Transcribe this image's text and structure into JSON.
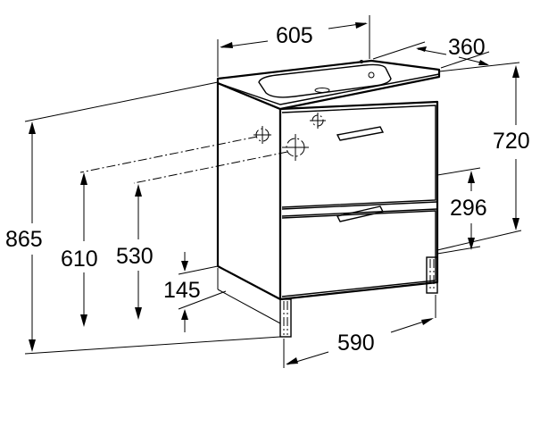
{
  "dimensions": {
    "width_top": "605",
    "depth_top": "360",
    "total_height": "865",
    "cabinet_height": "720",
    "drawer_height": "296",
    "supply_height": "610",
    "waste_height": "530",
    "leg_height": "145",
    "base_width": "590"
  },
  "icons": {
    "water_supply": "crosshair-circle",
    "waste_outlet": "crosshair-circle"
  }
}
